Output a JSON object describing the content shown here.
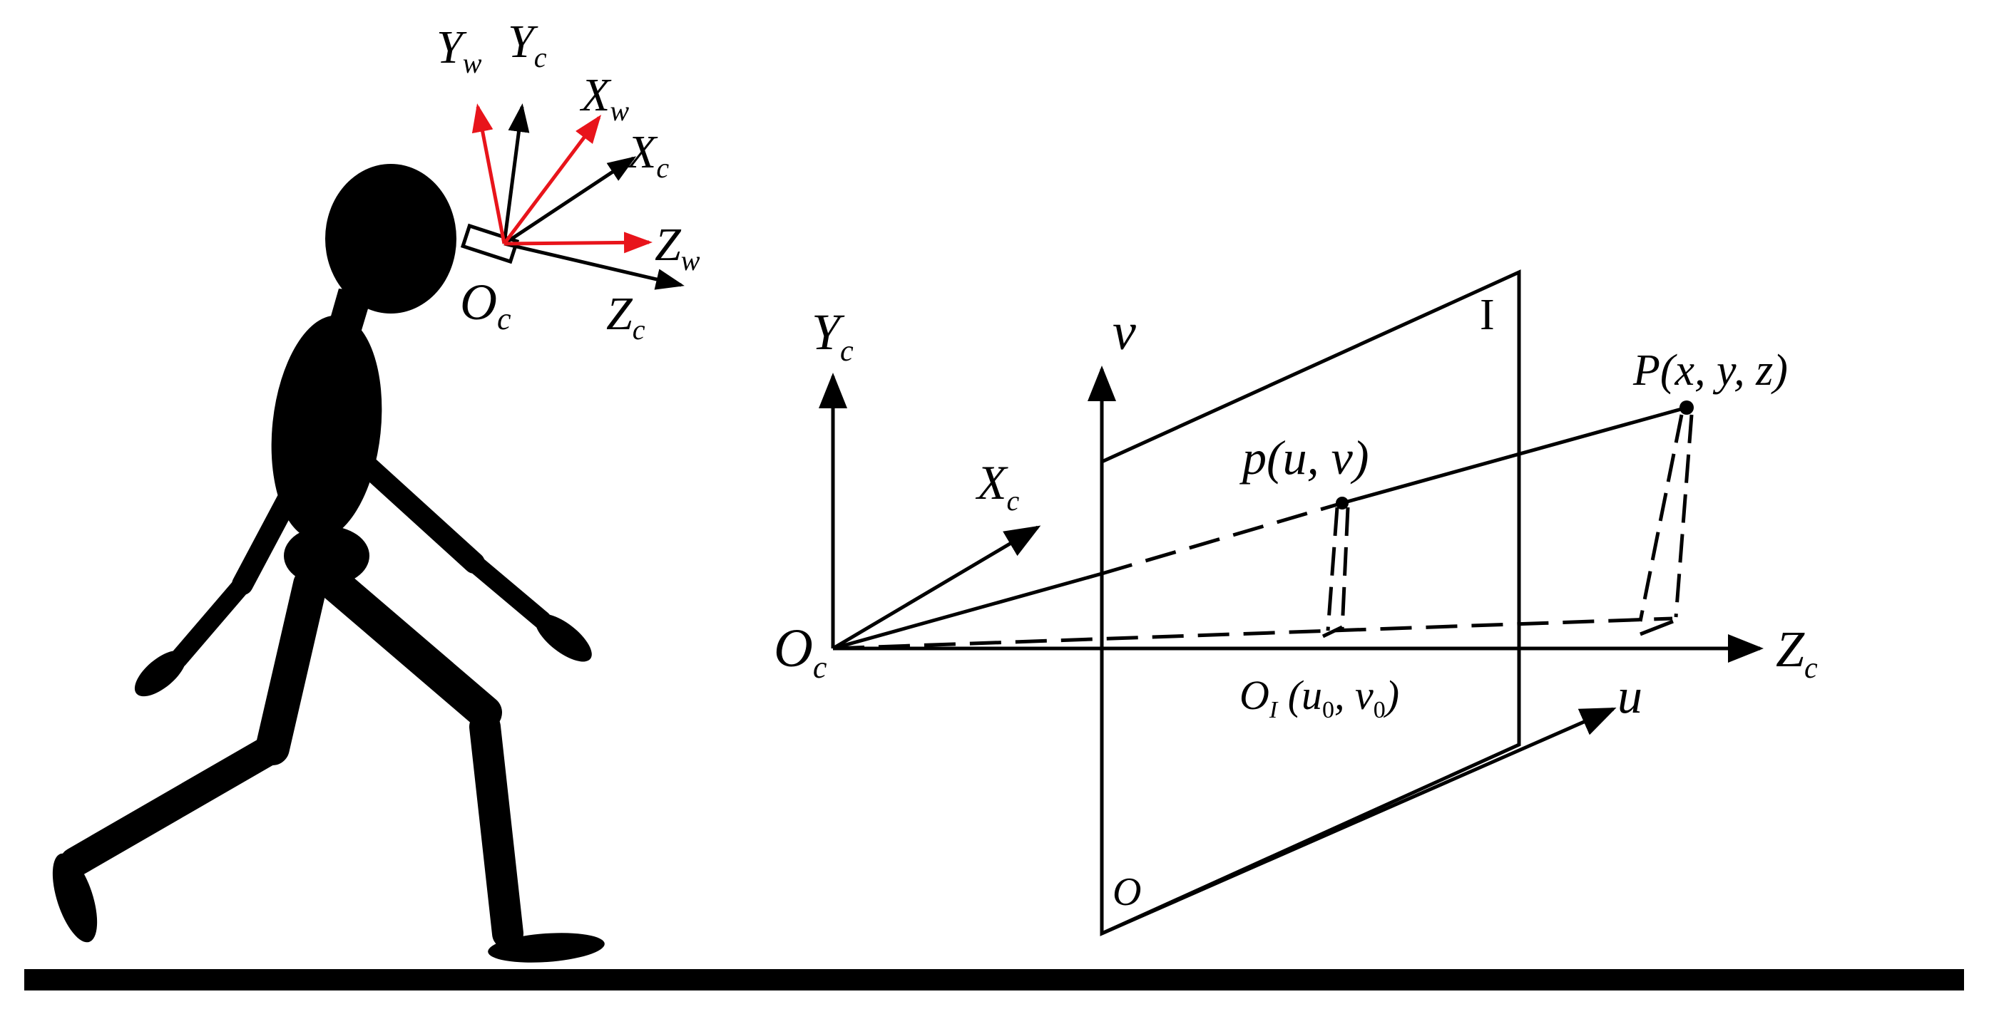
{
  "figure": {
    "colors": {
      "ink": "#000000",
      "world_axes": "#e8141b",
      "background": "#ffffff"
    },
    "head_frame": {
      "Yw": {
        "base": "Y",
        "sub": "w"
      },
      "Yc": {
        "base": "Y",
        "sub": "c"
      },
      "Xw": {
        "base": "X",
        "sub": "w"
      },
      "Xc": {
        "base": "X",
        "sub": "c"
      },
      "Zw": {
        "base": "Z",
        "sub": "w"
      },
      "Zc": {
        "base": "Z",
        "sub": "c"
      },
      "Oc": {
        "base": "O",
        "sub": "c"
      }
    },
    "camera_model": {
      "Yc": {
        "base": "Y",
        "sub": "c"
      },
      "Xc": {
        "base": "X",
        "sub": "c"
      },
      "Zc": {
        "base": "Z",
        "sub": "c"
      },
      "Oc": {
        "base": "O",
        "sub": "c"
      },
      "v_axis": "v",
      "u_axis": "u",
      "image_plane": "I",
      "plane_origin": "O",
      "image_point": {
        "open": "p(",
        "args": "u, v",
        "close": ")"
      },
      "world_point": {
        "open": "P(",
        "args": "x, y, z",
        "close": ")"
      },
      "principal_point": {
        "base": "O",
        "sub": "I",
        "open": " (",
        "u": "u",
        "u_sub": "0",
        "comma": ", ",
        "v": "v",
        "v_sub": "0",
        "close": ")"
      }
    }
  }
}
